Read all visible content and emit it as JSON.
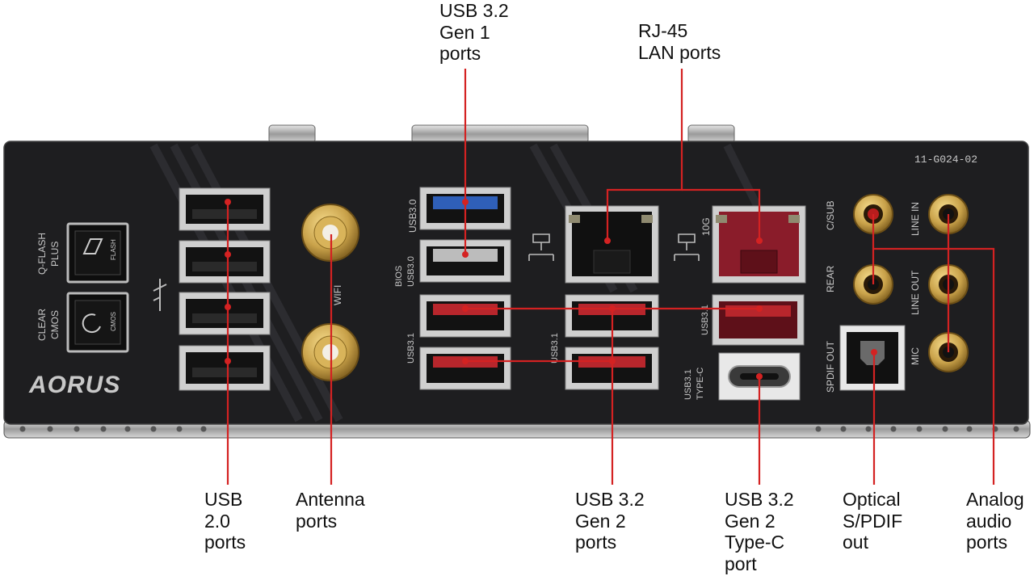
{
  "callouts": {
    "usb32_gen1": "USB 3.2\nGen 1\nports",
    "rj45": "RJ-45\nLAN ports",
    "usb20": "USB\n2.0\nports",
    "antenna": "Antenna\nports",
    "usb32_gen2": "USB 3.2\nGen 2\nports",
    "usb32_gen2_typec": "USB 3.2\nGen 2\nType-C\nport",
    "optical": "Optical\nS/PDIF\nout",
    "analog": "Analog\naudio\nports"
  },
  "panel": {
    "model_code": "11-G024-02",
    "brand": "AORUS",
    "qflash_line1": "Q-FLASH",
    "qflash_line2": "PLUS",
    "qflash_button": "FLASH",
    "clear_line1": "CLEAR",
    "clear_line2": "CMOS",
    "clear_button": "CMOS",
    "wifi": "WIFI",
    "usb30_top": "USB3.0",
    "bios_line1": "BIOS",
    "bios_line2": "USB3.0",
    "usb31_left1": "USB3.1",
    "usb31_left2": "USB3.1",
    "usb31_right": "USB3.1",
    "usb31_typec_line1": "USB3.1",
    "usb31_typec_line2": "TYPE-C",
    "lan_10g": "10G",
    "audio_csub": "C/SUB",
    "audio_rear": "REAR",
    "audio_line_in": "LINE IN",
    "audio_line_out": "LINE OUT",
    "audio_mic": "MIC",
    "spdif_out": "SPDIF OUT"
  },
  "colors": {
    "leader_line": "#d42222",
    "panel": "#1e1e20",
    "usb30_blue": "#2f5fb8",
    "usb31_red": "#b8262c",
    "lan_red": "#8a1c2a",
    "gold": "#c9a24a"
  }
}
